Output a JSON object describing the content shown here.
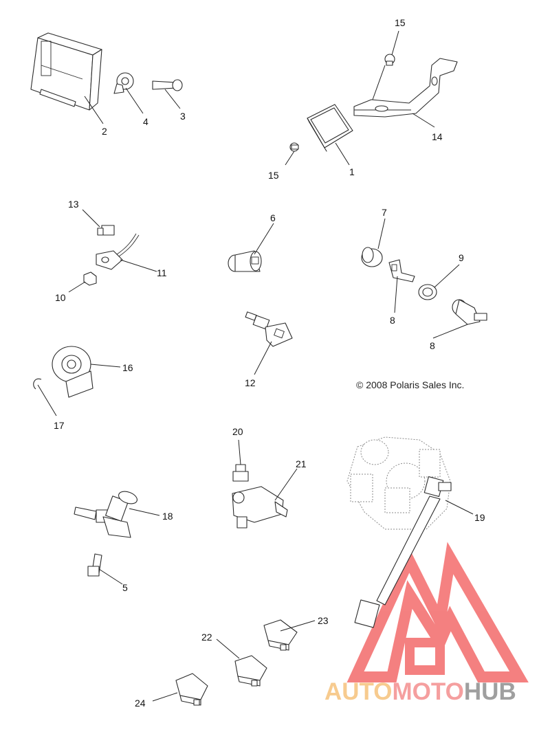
{
  "copyright": "© 2008 Polaris Sales Inc.",
  "callouts": [
    {
      "id": "c1",
      "label": "1"
    },
    {
      "id": "c2",
      "label": "2"
    },
    {
      "id": "c3",
      "label": "3"
    },
    {
      "id": "c4",
      "label": "4"
    },
    {
      "id": "c5",
      "label": "5"
    },
    {
      "id": "c6",
      "label": "6"
    },
    {
      "id": "c7",
      "label": "7"
    },
    {
      "id": "c8a",
      "label": "8"
    },
    {
      "id": "c8b",
      "label": "8"
    },
    {
      "id": "c9",
      "label": "9"
    },
    {
      "id": "c10",
      "label": "10"
    },
    {
      "id": "c11",
      "label": "11"
    },
    {
      "id": "c12",
      "label": "12"
    },
    {
      "id": "c13",
      "label": "13"
    },
    {
      "id": "c14",
      "label": "14"
    },
    {
      "id": "c15a",
      "label": "15"
    },
    {
      "id": "c15b",
      "label": "15"
    },
    {
      "id": "c16",
      "label": "16"
    },
    {
      "id": "c17",
      "label": "17"
    },
    {
      "id": "c18",
      "label": "18"
    },
    {
      "id": "c19",
      "label": "19"
    },
    {
      "id": "c20",
      "label": "20"
    },
    {
      "id": "c21",
      "label": "21"
    },
    {
      "id": "c22",
      "label": "22"
    },
    {
      "id": "c23",
      "label": "23"
    },
    {
      "id": "c24",
      "label": "24"
    }
  ],
  "watermark": {
    "word_auto": "AUTO",
    "word_moto": "MOTO",
    "word_hub": "HUB",
    "color_auto": "#f7c98a",
    "color_moto": "#f59a9a",
    "color_hub": "#9a9a9a",
    "color_mark": "#f47a7a"
  }
}
